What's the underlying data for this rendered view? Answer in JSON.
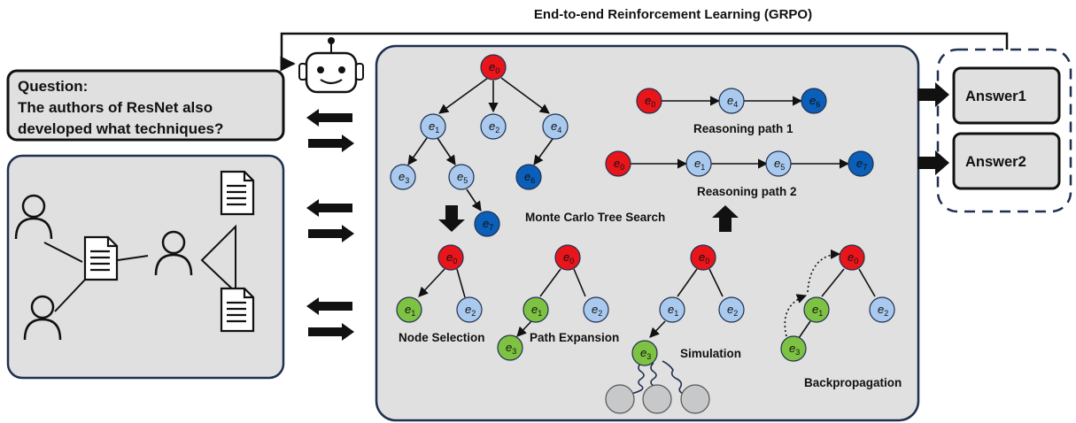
{
  "header": {
    "title": "End-to-end Reinforcement Learning (GRPO)"
  },
  "question": {
    "line1": "Question:",
    "line2": "The authors of ResNet also",
    "line3": "developed what techniques?"
  },
  "answers": [
    "Answer1",
    "Answer2"
  ],
  "labels": {
    "mcts": "Monte Carlo Tree Search",
    "path1": "Reasoning path 1",
    "path2": "Reasoning path 2",
    "node_selection": "Node Selection",
    "path_expansion": "Path Expansion",
    "simulation": "Simulation",
    "backpropagation": "Backpropagation"
  },
  "colors": {
    "root": "#e8151b",
    "light": "#a9c9ee",
    "dark": "#0b5fb8",
    "green": "#7dc242",
    "grey": "#c7c8ca",
    "panel_border": "#1f3050",
    "panel_fill": "#e0e0e0"
  },
  "nodes": {
    "e0": "e0",
    "e1": "e1",
    "e2": "e2",
    "e3": "e3",
    "e4": "e4",
    "e5": "e5",
    "e6": "e6",
    "e7": "e7"
  }
}
